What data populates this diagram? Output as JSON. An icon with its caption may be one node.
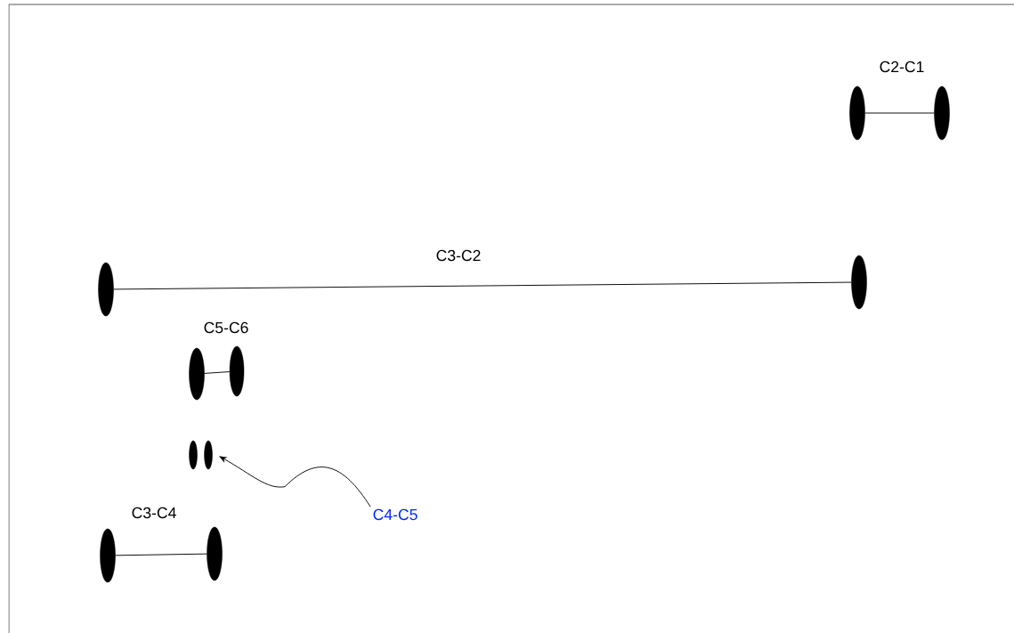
{
  "diagram": {
    "nodes": [
      {
        "text": [],
        "shape": "ellipse"
      },
      {
        "text": [],
        "shape": "ellipse"
      },
      {
        "text": [],
        "shape": "ellipse"
      },
      {
        "text": [],
        "shape": "ellipse"
      },
      {
        "text": [],
        "shape": "ellipse"
      },
      {
        "text": [],
        "shape": "ellipse"
      },
      {
        "text": [],
        "shape": "ellipse"
      },
      {
        "text": [],
        "shape": "ellipse"
      },
      {
        "text": [
          "C4-C5"
        ]
      },
      {
        "text": [],
        "shape": "ellipse"
      },
      {
        "text": [],
        "shape": "ellipse"
      }
    ],
    "edges": [
      {
        "from": 0,
        "to": 1,
        "arrow": "none",
        "label": "C2-C1"
      },
      {
        "from": 2,
        "to": 3,
        "arrow": "none",
        "label": "C3-C2"
      },
      {
        "from": 4,
        "to": 5,
        "arrow": "none",
        "label": "C5-C6"
      },
      {
        "from": 8,
        "to": 7,
        "arrow": "to"
      },
      {
        "from": 9,
        "to": 10,
        "arrow": "none",
        "label": "C3-C4"
      }
    ]
  }
}
